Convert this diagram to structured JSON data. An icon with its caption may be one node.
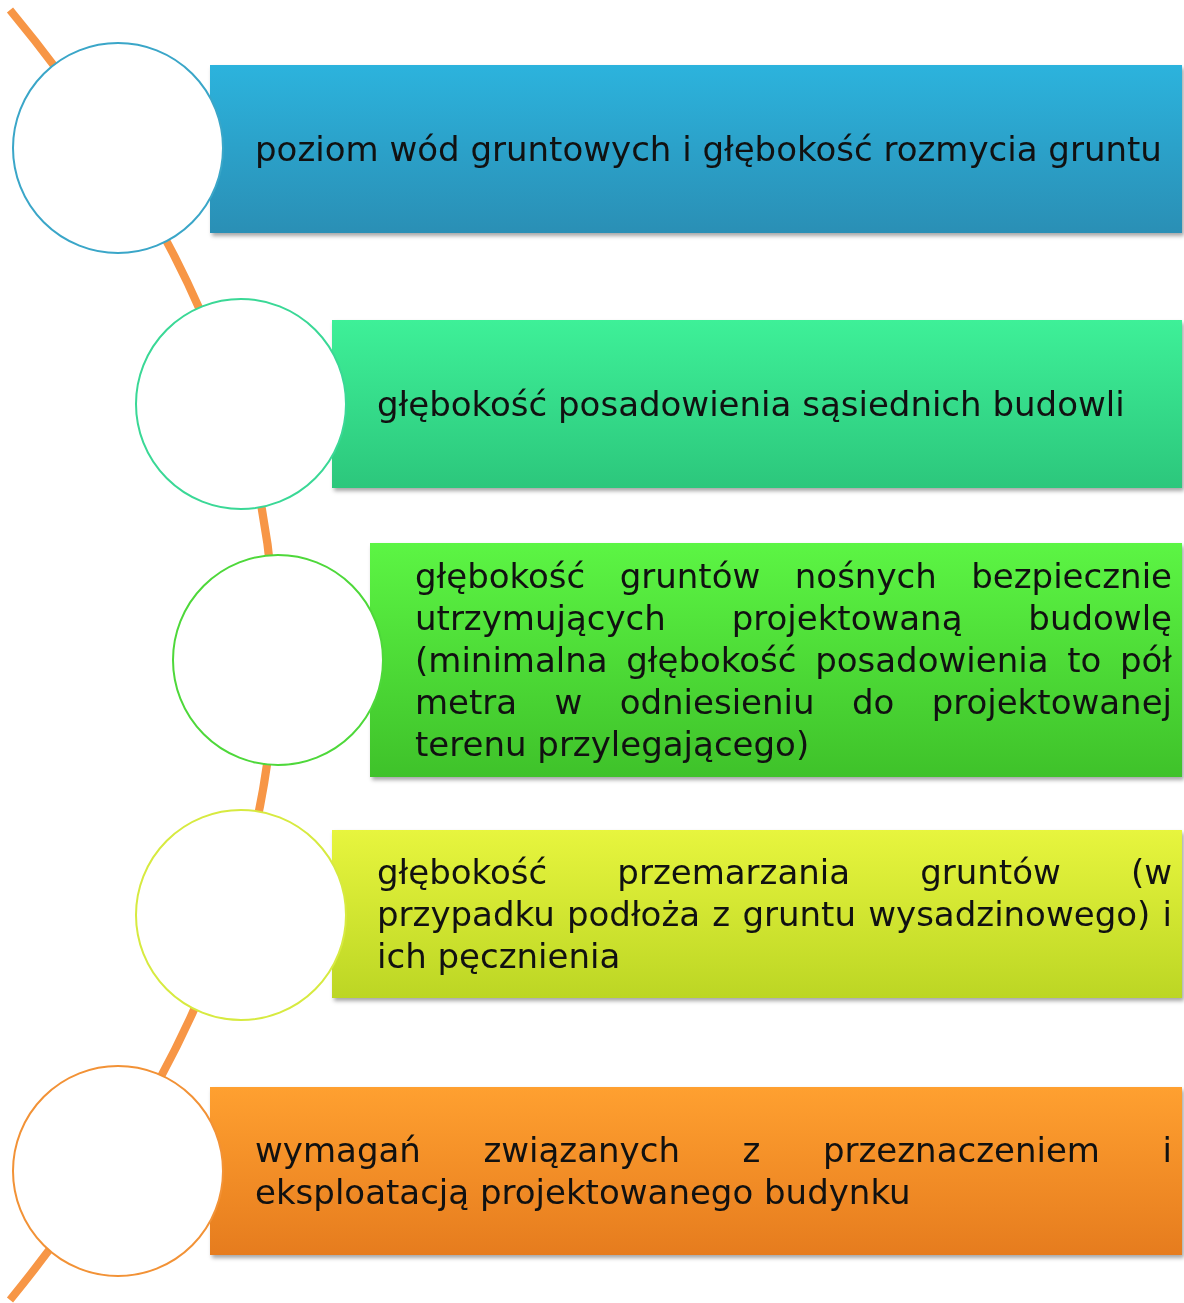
{
  "diagram": {
    "nodes": [
      {
        "text": [],
        "shape": "circle"
      },
      {
        "text": [
          "poziom wód gruntowych i głębokość rozmycia gruntu"
        ]
      },
      {
        "text": [],
        "shape": "circle"
      },
      {
        "text": [
          "głębokość posadowienia sąsiednich budowli"
        ]
      },
      {
        "text": [],
        "shape": "circle"
      },
      {
        "text": [
          "głębokość gruntów nośnych bezpiecznie utrzymujących projektowaną budowlę (minimalna głębokość posadowienia to pół metra w odniesieniu do projektowanej terenu przylegającego)"
        ]
      },
      {
        "text": [],
        "shape": "circle"
      },
      {
        "text": [
          "głębokość przemarzania gruntów (w przypadku podłoża z gruntu wysadzinowego) i ich pęcznienia"
        ]
      },
      {
        "text": [],
        "shape": "circle"
      },
      {
        "text": [
          "wymagań związanych z przeznaczeniem i eksploatacją projektowanego budynku"
        ]
      }
    ]
  }
}
